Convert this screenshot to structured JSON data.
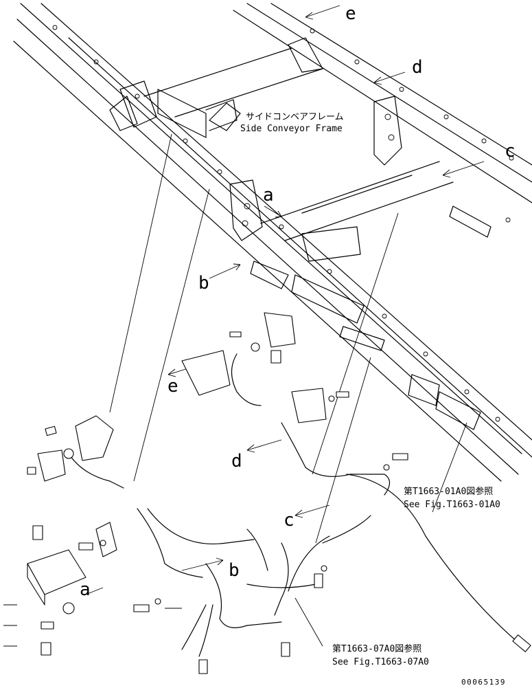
{
  "labels": {
    "side_frame_jp": "サイドコンベアフレーム",
    "side_frame_en": "Side Conveyor Frame",
    "ref1_jp": "第T1663-01A0図参照",
    "ref1_en": "See Fig.T1663-01A0",
    "ref2_jp": "第T1663-07A0図参照",
    "ref2_en": "See Fig.T1663-07A0",
    "drawing_number": "00065139"
  },
  "callouts": {
    "a": "a",
    "b": "b",
    "c": "c",
    "d": "d",
    "e": "e"
  }
}
